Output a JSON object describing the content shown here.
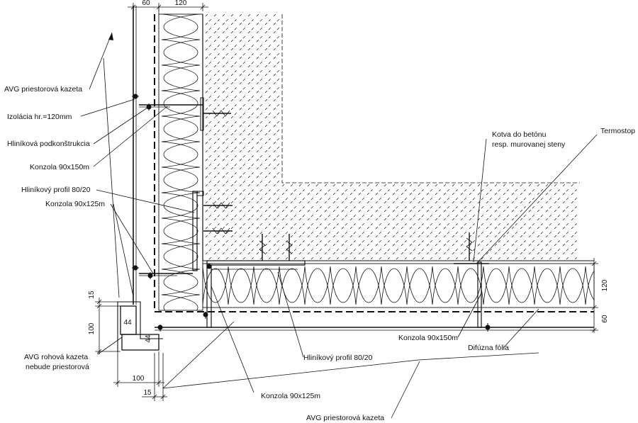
{
  "colors": {
    "ink": "#111111",
    "paper": "#ffffff"
  },
  "dimensions": {
    "top_60": "60",
    "top_120": "120",
    "right_120": "120",
    "right_60": "60",
    "left_15": "15",
    "left_100": "100",
    "corner_44_a": "44",
    "corner_44_b": "44",
    "bottom_100": "100",
    "bottom_15": "15"
  },
  "labels": {
    "avg_cassette_left": "AVG priestorová kazeta",
    "insulation": "Izolácia hr.=120mm",
    "substructure": "Hliníková podkonštrukcia",
    "bracket_150_left": "Konzola 90x150m",
    "profile_left": "Hliníkový profil 80/20",
    "bracket_125_left": "Konzola 90x125m",
    "corner_cassette_1": "AVG rohová kazeta",
    "corner_cassette_2": "nebude priestorová",
    "anchor_1": "Kotva do betónu",
    "anchor_2": "resp. murovanej steny",
    "thermostop": "Termostop",
    "bracket_150_bottom": "Konzola 90x150m",
    "membrane": "Difúzna fólia",
    "profile_bottom": "Hliníkový profil 80/20",
    "bracket_125_bottom": "Konzola 90x125m",
    "avg_cassette_bottom": "AVG priestorová kazeta"
  }
}
